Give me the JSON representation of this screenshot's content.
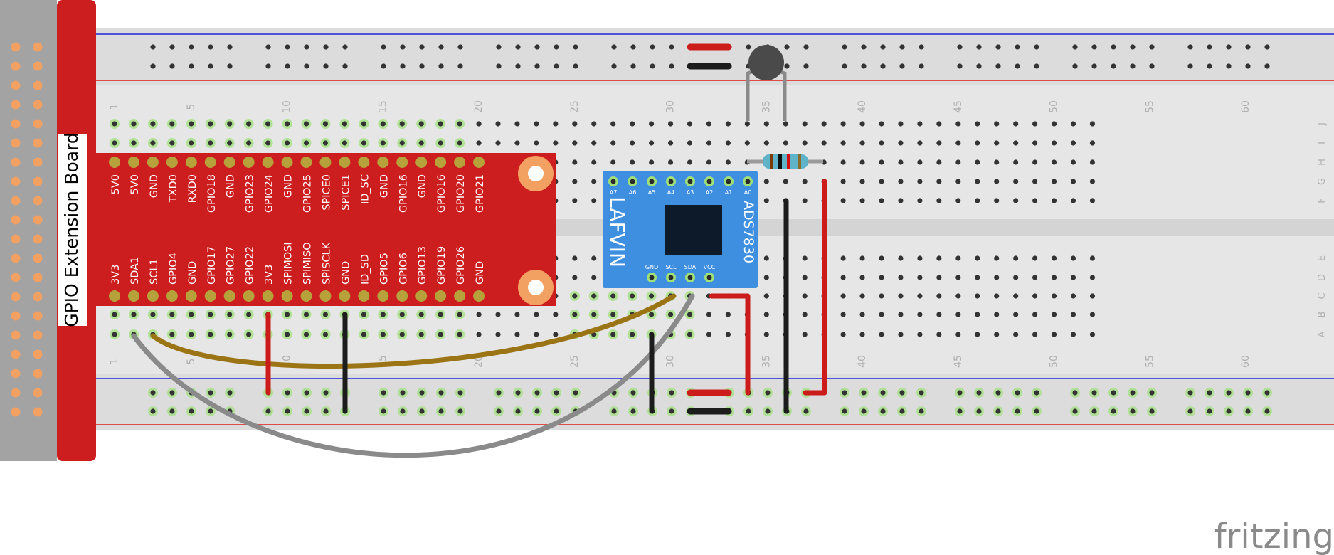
{
  "board": {
    "title": "GPIO Extension Board",
    "top_pins": [
      "5V0",
      "5V0",
      "GND",
      "TXD0",
      "RXD0",
      "GPIO18",
      "GND",
      "GPIO23",
      "GPIO24",
      "GND",
      "GPIO25",
      "SPICE0",
      "SPICE1",
      "ID_SC",
      "GND",
      "GPIO16",
      "GND",
      "GPIO16",
      "GPIO20",
      "GPIO21"
    ],
    "bottom_pins": [
      "3V3",
      "SDA1",
      "SCL1",
      "GPIO4",
      "GND",
      "GPIO17",
      "GPIO27",
      "GPIO22",
      "3V3",
      "SPIMOSI",
      "SPIMISO",
      "SPISCLK",
      "GND",
      "ID_SD",
      "GPIO5",
      "GPIO6",
      "GPIO13",
      "GPIO19",
      "GPIO26",
      "GND"
    ]
  },
  "adc": {
    "brand": "LAFVIN",
    "model": "ADS7830",
    "top_pins": [
      "A7",
      "A6",
      "A5",
      "A4",
      "A3",
      "A2",
      "A1",
      "A0"
    ],
    "bottom_pins": [
      "GND",
      "SCL",
      "SDA",
      "VCC"
    ]
  },
  "breadboard": {
    "col_numbers": [
      "1",
      "5",
      "10",
      "15",
      "20",
      "25",
      "30",
      "35",
      "40",
      "45",
      "50",
      "55",
      "60"
    ],
    "row_letters_top": [
      "J",
      "I",
      "H",
      "G",
      "F"
    ],
    "row_letters_bottom": [
      "E",
      "D",
      "C",
      "B",
      "A"
    ]
  },
  "watermark": "fritzing",
  "colors": {
    "board_red": "#cc1e1e",
    "ribbon_gray": "#a3a3a3",
    "adc_blue": "#3f8fe0",
    "wire_brown": "#9b7515",
    "wire_gray": "#8a8a8a",
    "wire_red": "#cc1b1b",
    "wire_black": "#1c1c1c",
    "rail_blue": "#2323d8",
    "rail_red": "#e01b1b"
  }
}
